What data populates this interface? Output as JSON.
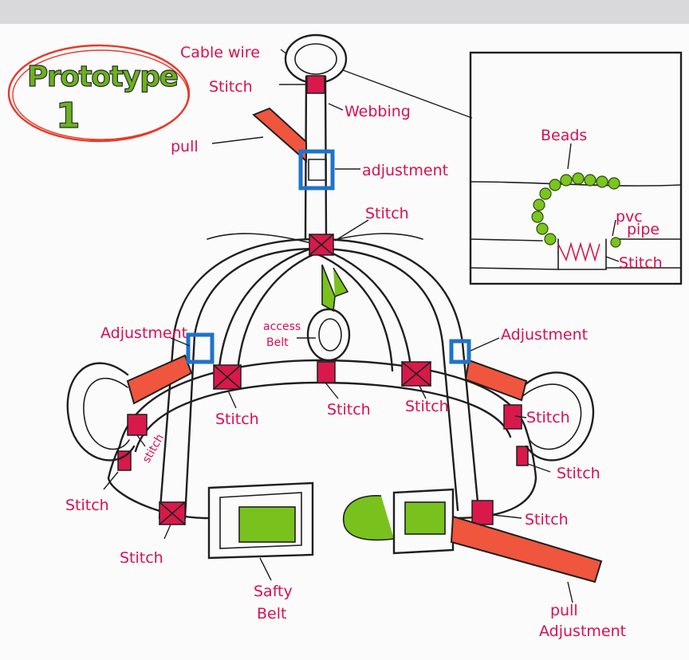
{
  "title": {
    "line1": "Prototype",
    "line2": "1"
  },
  "labels": {
    "cable_wire": "Cable wire",
    "stitch_top": "Stitch",
    "webbing": "Webbing",
    "pull": "pull",
    "adjustment_top": "adjustment",
    "stitch_center": "Stitch",
    "adjustment_left": "Adjustment",
    "adjustment_right": "Adjustment",
    "access_belt_1": "access",
    "access_belt_2": "Belt",
    "stitch_belt_left": "Stitch",
    "stitch_belt_mid": "Stitch",
    "stitch_belt_right": "Stitch",
    "stitch_side_left": "stitch",
    "stitch_lower_left": "Stitch",
    "stitch_bottom_left": "Stitch",
    "stitch_side_right": "Stitch",
    "stitch_right_2": "Stitch",
    "stitch_right_3": "Stitch",
    "safety_belt_1": "Safty",
    "safety_belt_2": "Belt",
    "pull_adjustment_1": "pull",
    "pull_adjustment_2": "Adjustment"
  },
  "inset": {
    "beads": "Beads",
    "pvc_1": "pvc",
    "pvc_2": "pipe",
    "stitch": "Stitch"
  },
  "colors": {
    "label_ink": "#d8104f",
    "webbing_red": "#f0553e",
    "stitch_red": "#d8194a",
    "adjuster_blue": "#1f73c9",
    "buckle_green": "#79c21e",
    "title_green": "#6bb21f",
    "title_circle": "#e8382a"
  }
}
